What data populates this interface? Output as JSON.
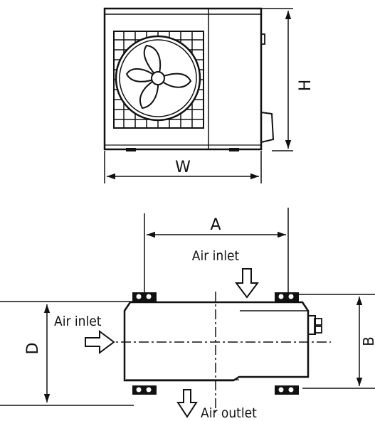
{
  "front_view": {
    "width_label": "W",
    "height_label": "H"
  },
  "top_view": {
    "mount_spacing_label": "A",
    "depth_label": "D",
    "side_dim_label": "B",
    "air_inlet_top": "Air inlet",
    "air_inlet_side": "Air inlet",
    "air_outlet": "Air outlet"
  }
}
